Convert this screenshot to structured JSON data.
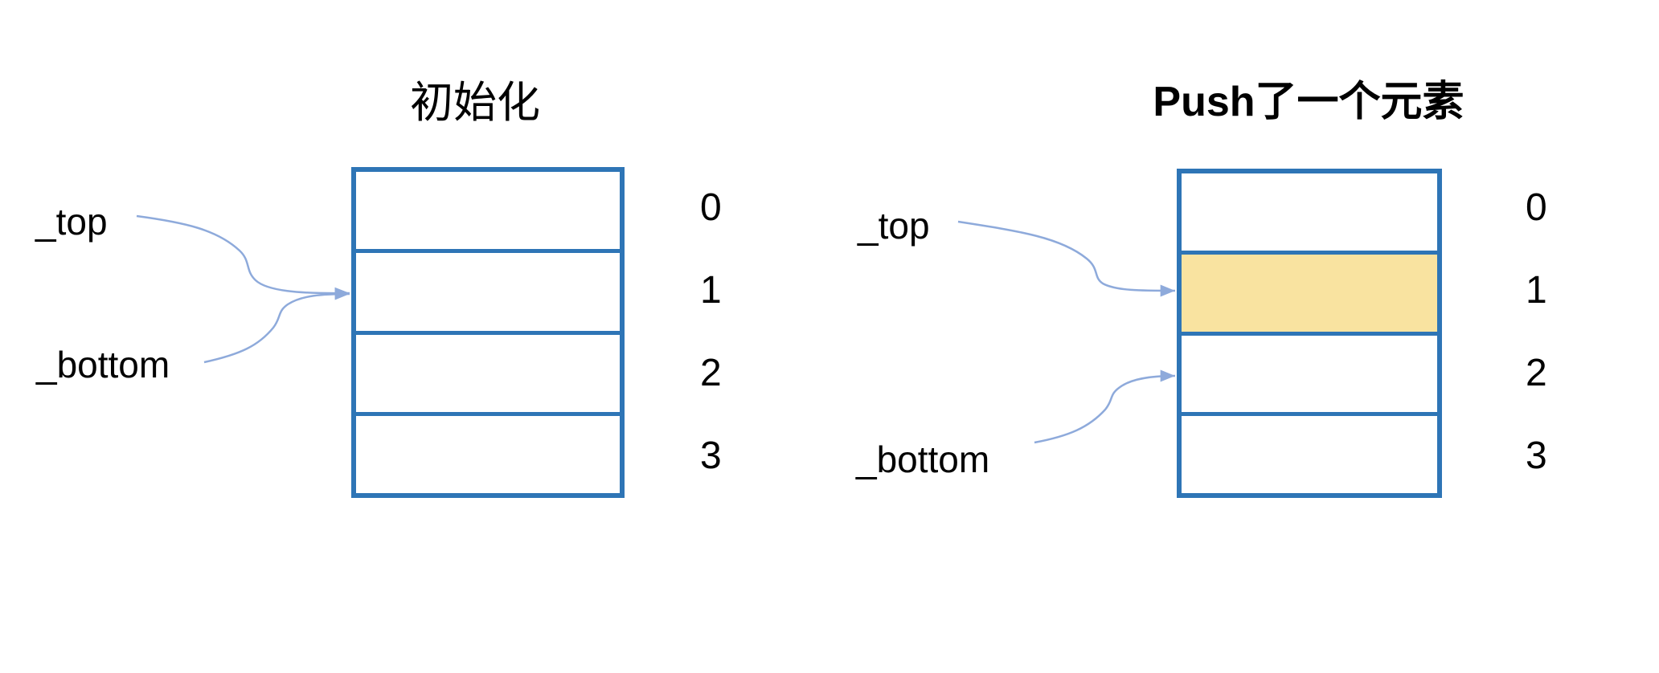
{
  "diagram": {
    "description": "array-based stack illustration",
    "colors": {
      "background": "#FFFFFF",
      "box_border": "#2E75B6",
      "arrow": "#8EAADB",
      "highlight_fill": "#F9E3A0",
      "text": "#000000"
    },
    "panels": [
      {
        "title": "初始化",
        "pointer_top": "_top",
        "pointer_bottom": "_bottom",
        "indices": [
          "0",
          "1",
          "2",
          "3"
        ],
        "highlighted_cell": null
      },
      {
        "title": "Push了一个元素",
        "pointer_top": "_top",
        "pointer_bottom": "_bottom",
        "indices": [
          "0",
          "1",
          "2",
          "3"
        ],
        "highlighted_cell": 1
      }
    ]
  }
}
